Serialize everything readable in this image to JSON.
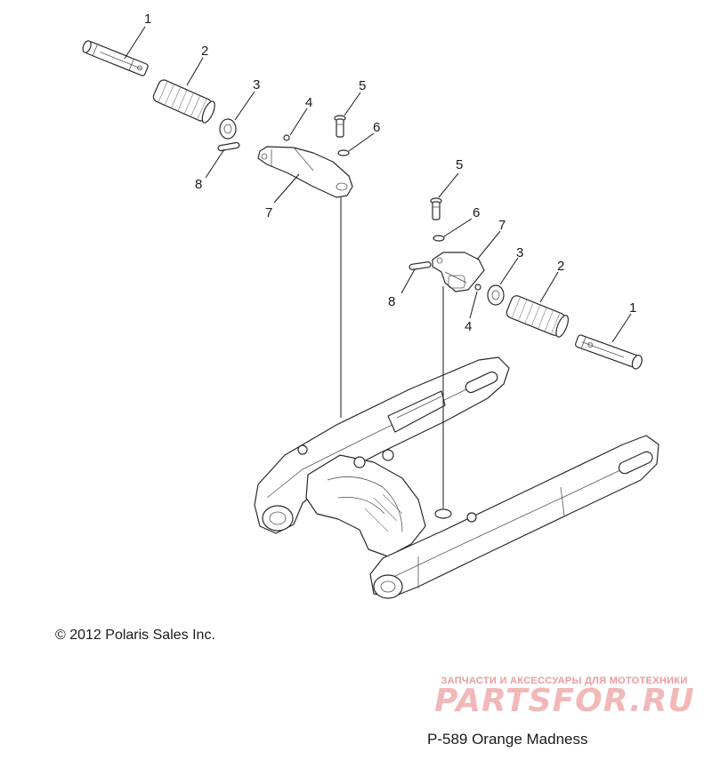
{
  "callouts": {
    "l1": "1",
    "l2": "2",
    "l3": "3",
    "l4": "4",
    "l5": "5",
    "l6": "6",
    "l7": "7",
    "l8": "8",
    "r1": "1",
    "r2": "2",
    "r3": "3",
    "r4": "4",
    "r5": "5",
    "r6": "6",
    "r7": "7",
    "r8": "8"
  },
  "copyright": "© 2012 Polaris Sales Inc.",
  "watermark": {
    "tagline": "ЗАПЧАСТИ И АКСЕССУАРЫ ДЛЯ МОТОТЕХНИКИ",
    "logo": "PARTSFOR.RU"
  },
  "caption": "P-589 Orange Madness"
}
